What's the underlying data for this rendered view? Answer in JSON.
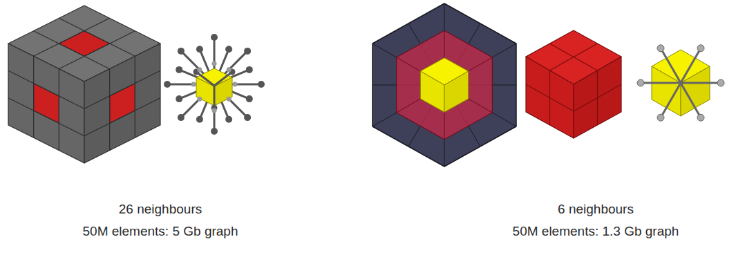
{
  "diagram": {
    "labels": [
      "26 neighbours",
      "50M elements: 5 Gb graph",
      "6 neighbours",
      "50M elements: 1.3 Gb graph"
    ]
  }
}
